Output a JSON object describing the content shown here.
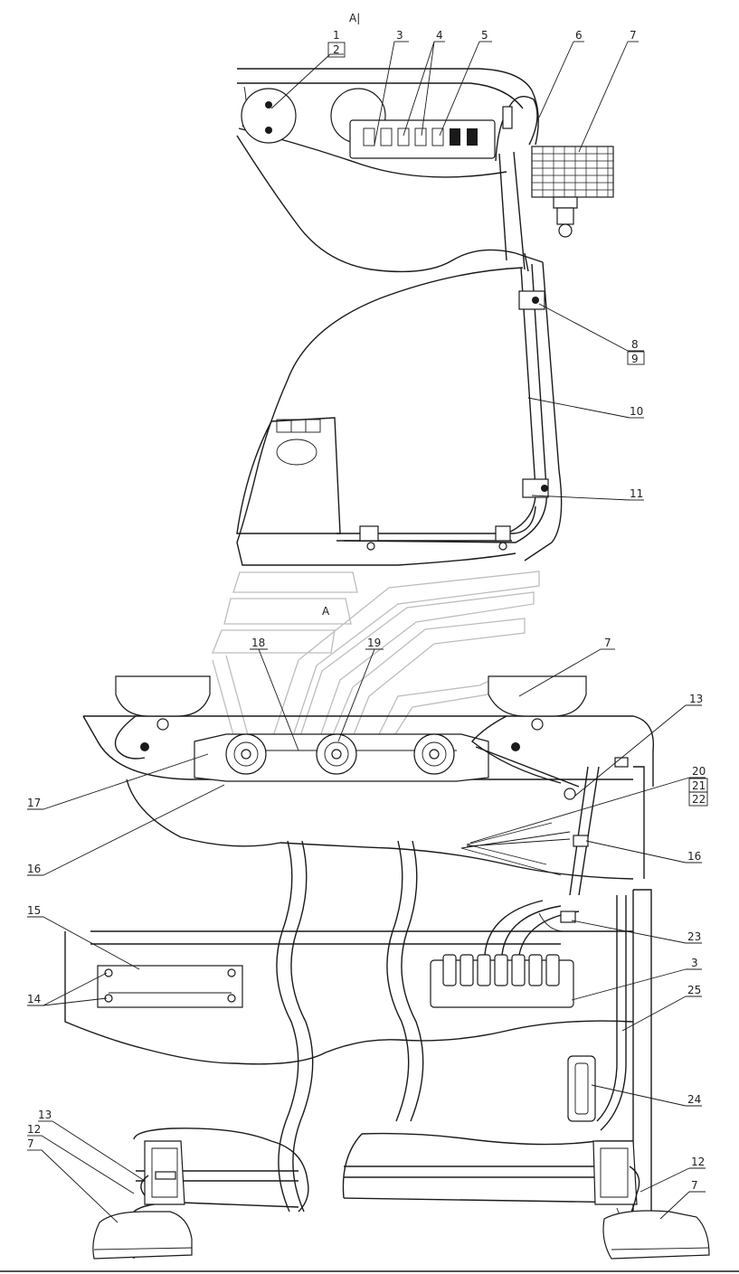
{
  "view_label": "A",
  "view_marker": "A|",
  "callouts": [
    {
      "id": "c1",
      "text": "1"
    },
    {
      "id": "c2",
      "text": "2"
    },
    {
      "id": "c3",
      "text": "3"
    },
    {
      "id": "c4",
      "text": "4"
    },
    {
      "id": "c5",
      "text": "5"
    },
    {
      "id": "c6",
      "text": "6"
    },
    {
      "id": "c7",
      "text": "7"
    },
    {
      "id": "c8",
      "text": "8"
    },
    {
      "id": "c9",
      "text": "9"
    },
    {
      "id": "c10",
      "text": "10"
    },
    {
      "id": "c11",
      "text": "11"
    },
    {
      "id": "c18",
      "text": "18"
    },
    {
      "id": "c19",
      "text": "19"
    },
    {
      "id": "c7b",
      "text": "7"
    },
    {
      "id": "c13",
      "text": "13"
    },
    {
      "id": "c20",
      "text": "20"
    },
    {
      "id": "c21",
      "text": "21"
    },
    {
      "id": "c22",
      "text": "22"
    },
    {
      "id": "c17",
      "text": "17"
    },
    {
      "id": "c16",
      "text": "16"
    },
    {
      "id": "c16b",
      "text": "16"
    },
    {
      "id": "c15",
      "text": "15"
    },
    {
      "id": "c23",
      "text": "23"
    },
    {
      "id": "c14",
      "text": "14"
    },
    {
      "id": "c3b",
      "text": "3"
    },
    {
      "id": "c25",
      "text": "25"
    },
    {
      "id": "c24",
      "text": "24"
    },
    {
      "id": "c13b",
      "text": "13"
    },
    {
      "id": "c12",
      "text": "12"
    },
    {
      "id": "c7c",
      "text": "7"
    },
    {
      "id": "c12b",
      "text": "12"
    },
    {
      "id": "c7d",
      "text": "7"
    }
  ]
}
